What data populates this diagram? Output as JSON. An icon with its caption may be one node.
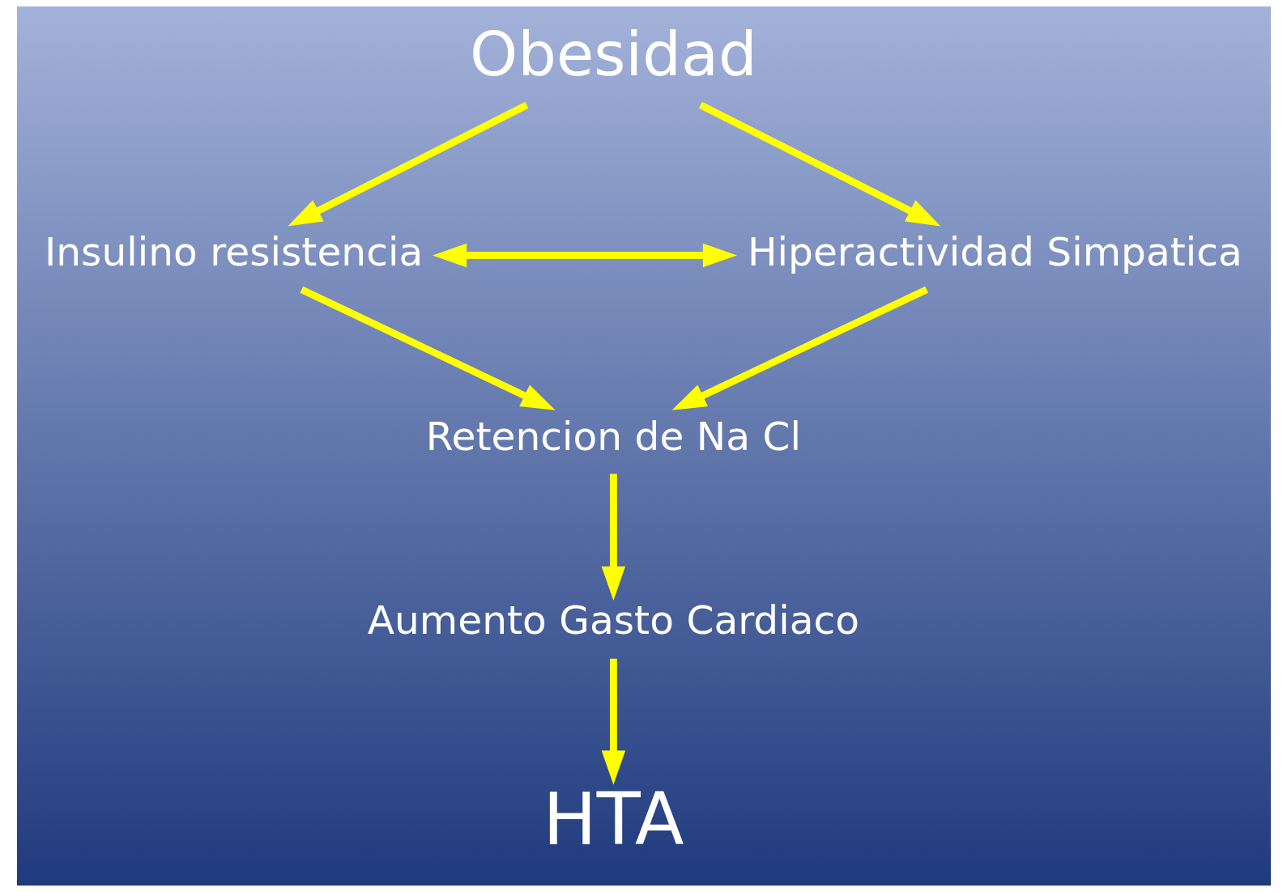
{
  "diagram": {
    "nodes": [
      {
        "text": [
          "Obesidad"
        ]
      },
      {
        "text": [
          "Insulino resistencia"
        ]
      },
      {
        "text": [
          "Hiperactividad Simpatica"
        ]
      },
      {
        "text": [
          "Retencion de Na Cl"
        ]
      },
      {
        "text": [
          "Aumento Gasto Cardiaco"
        ]
      },
      {
        "text": [
          "HTA"
        ]
      }
    ],
    "edges": [
      {
        "from": 0,
        "to": 1,
        "arrow": "to"
      },
      {
        "from": 0,
        "to": 2,
        "arrow": "to"
      },
      {
        "from": 1,
        "to": 2,
        "arrow": "both"
      },
      {
        "from": 1,
        "to": 3,
        "arrow": "to"
      },
      {
        "from": 2,
        "to": 3,
        "arrow": "to"
      },
      {
        "from": 3,
        "to": 4,
        "arrow": "to"
      },
      {
        "from": 4,
        "to": 5,
        "arrow": "to"
      }
    ]
  }
}
